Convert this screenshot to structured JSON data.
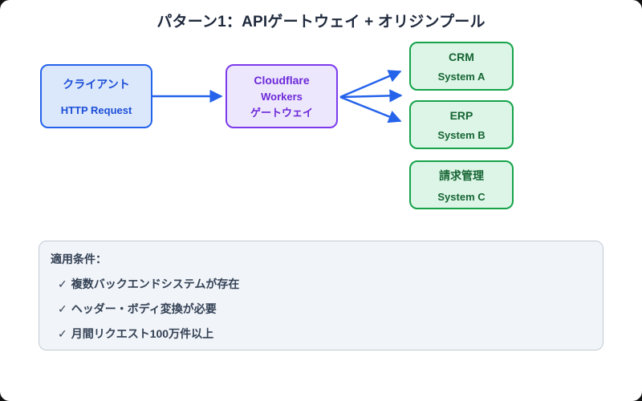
{
  "title": "パターン1：APIゲートウェイ + オリジンプール",
  "nodes": {
    "client": {
      "title": "クライアント",
      "subtitle": "HTTP Request"
    },
    "gateway": {
      "title": "Cloudflare",
      "subtitle": "Workers",
      "subtitle2": "ゲートウェイ"
    },
    "backends": [
      {
        "name": "CRM",
        "system": "System A"
      },
      {
        "name": "ERP",
        "system": "System B"
      },
      {
        "name": "請求管理",
        "system": "System C"
      }
    ]
  },
  "conditions": {
    "heading": "適用条件：",
    "check_glyph": "✓",
    "items": [
      "複数バックエンドシステムが存在",
      "ヘッダー・ボディ変換が必要",
      "月間リクエスト100万件以上"
    ]
  },
  "colors": {
    "canvas_bg": "#ffffff",
    "title_text": "#1f2a3d",
    "client_fill": "#dbe8fb",
    "client_border": "#2563eb",
    "client_text": "#1d4ed8",
    "gateway_fill": "#ece7fc",
    "gateway_border": "#7c3aed",
    "gateway_text": "#6d28d9",
    "backend_fill": "#dcf5e6",
    "backend_border": "#16a34a",
    "backend_text": "#166534",
    "arrow": "#2563eb",
    "panel_fill": "#f1f4f8",
    "panel_border": "#c3cbd6",
    "panel_text": "#334155"
  }
}
